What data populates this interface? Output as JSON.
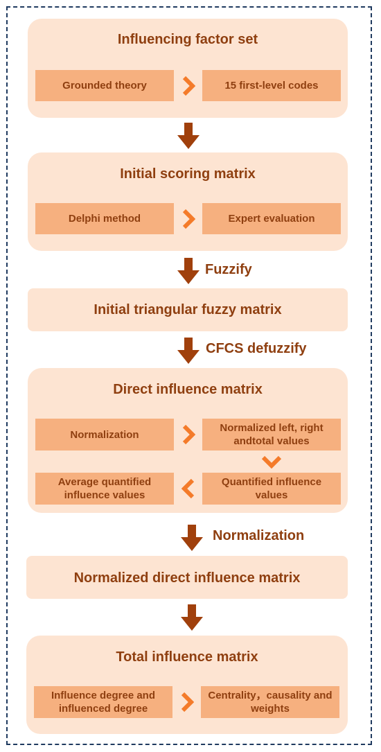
{
  "stages": [
    {
      "title": "Influencing factor set",
      "boxes": [
        "Grounded theory",
        "15 first-level codes"
      ]
    },
    {
      "title": "Initial scoring matrix",
      "boxes": [
        "Delphi method",
        "Expert evaluation"
      ]
    },
    {
      "title": "Initial triangular fuzzy matrix"
    },
    {
      "title": "Direct influence matrix",
      "boxes": [
        "Normalization",
        "Normalized left, right andtotal values",
        "Quantified influence values",
        "Average quantified influence values"
      ]
    },
    {
      "title": "Normalized direct influence matrix"
    },
    {
      "title": "Total influence matrix",
      "boxes": [
        "Influence degree and influenced degree",
        "Centrality，causality and weights"
      ]
    }
  ],
  "arrow_labels": [
    "",
    "Fuzzify",
    "CFCS defuzzify",
    "Normalization",
    ""
  ],
  "colors": {
    "panel": "#fde4d2",
    "box": "#f6b07f",
    "text": "#8f3f10",
    "arrow": "#a0400c",
    "chevron": "#f47b2a",
    "frame": "#1f3a5f"
  }
}
